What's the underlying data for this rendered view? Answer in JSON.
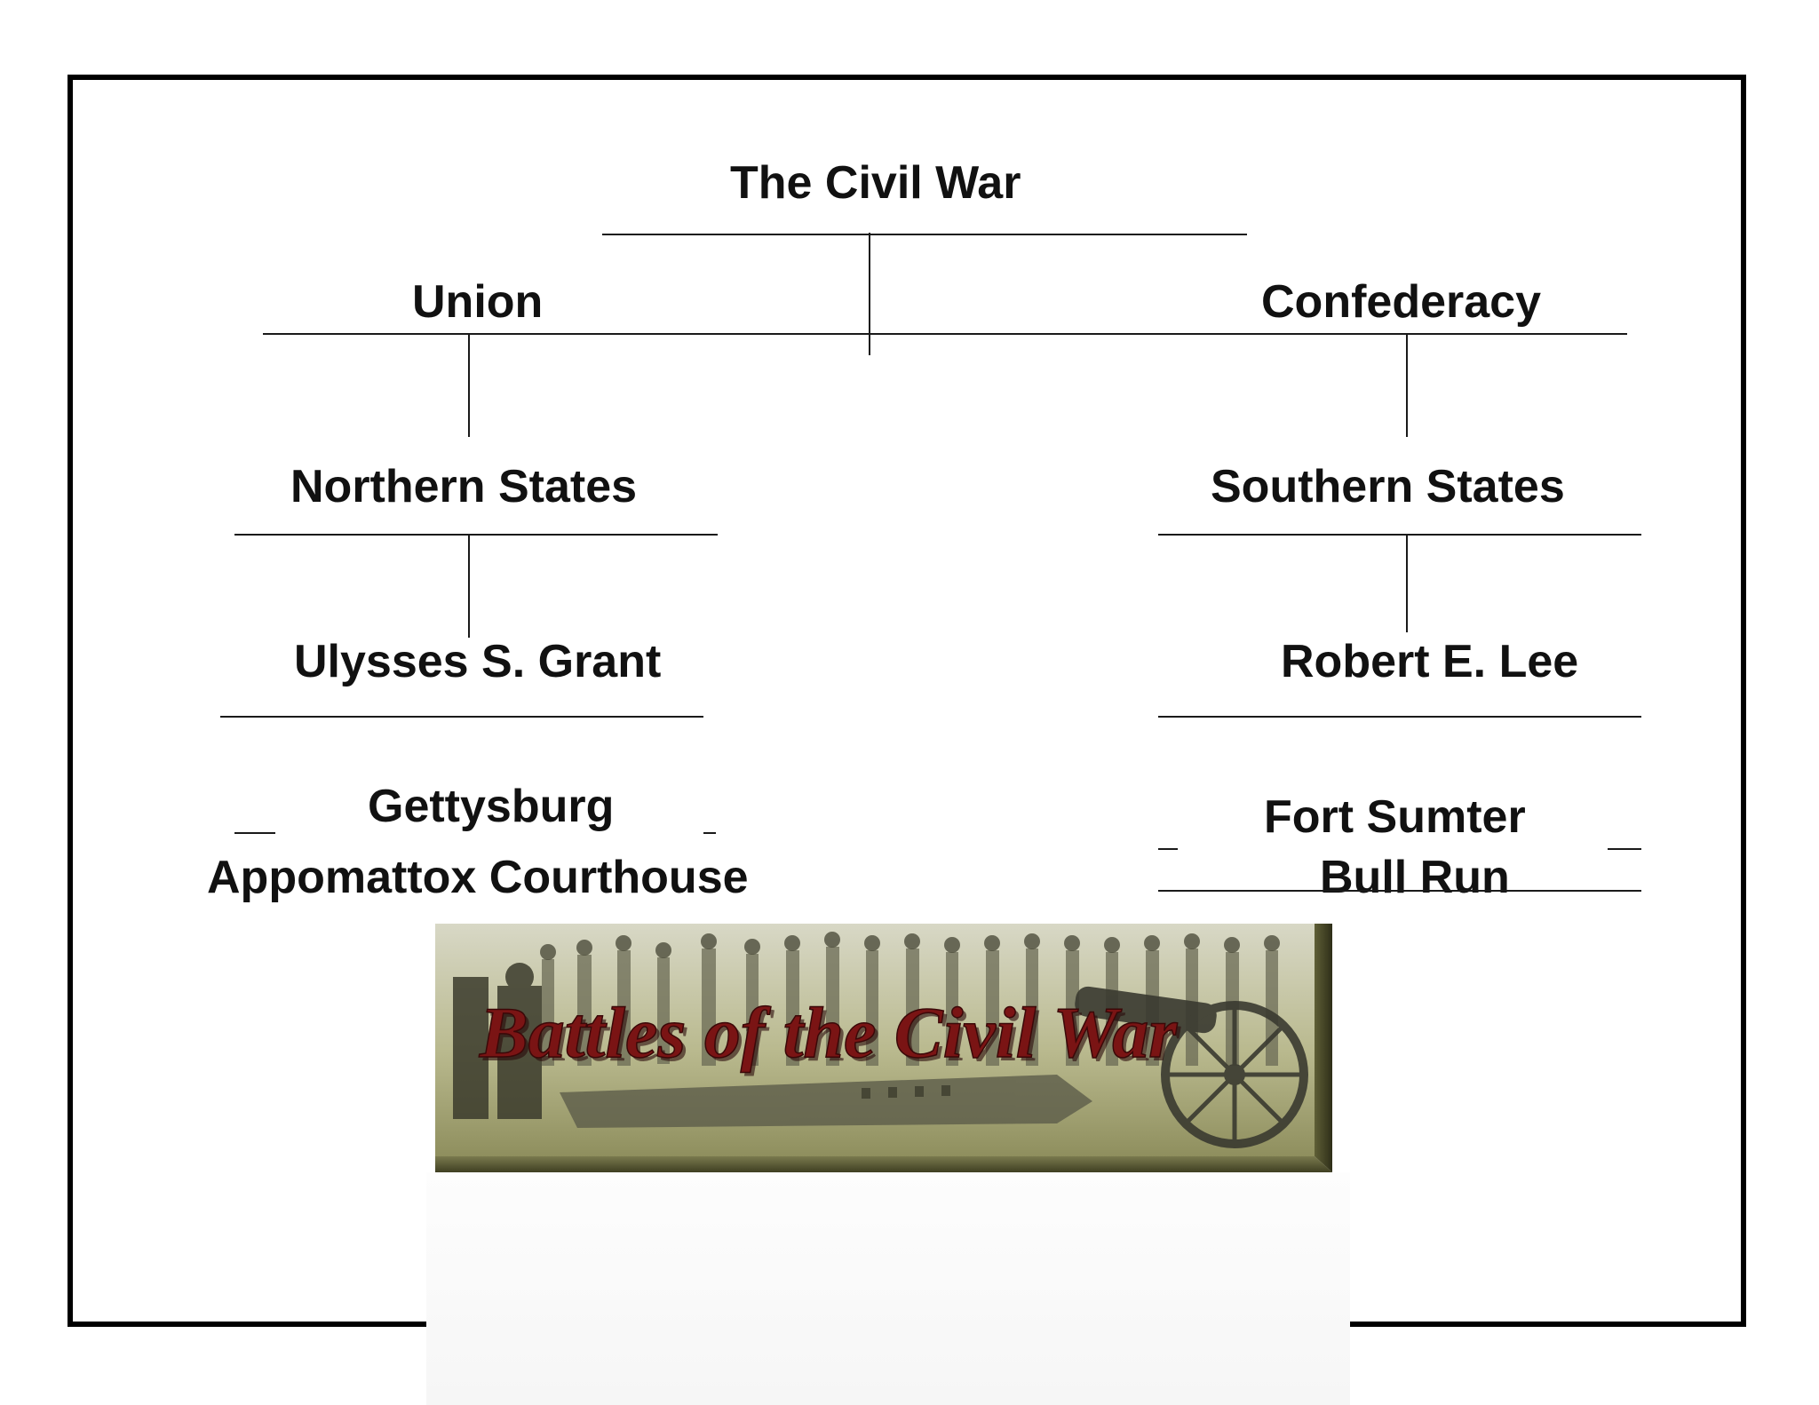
{
  "title": "The Civil War",
  "sides": {
    "union": {
      "name": "Union",
      "region": "Northern States",
      "general": "Ulysses S. Grant",
      "battles": [
        "Gettysburg",
        "Appomattox Courthouse"
      ]
    },
    "confederacy": {
      "name": "Confederacy",
      "region": "Southern States",
      "general": "Robert E. Lee",
      "battles": [
        "Fort Sumter",
        "Bull Run"
      ]
    }
  },
  "banner": {
    "text": "Battles of the Civil War",
    "text_color": "#7a1414",
    "tint": "#b5b58a"
  }
}
